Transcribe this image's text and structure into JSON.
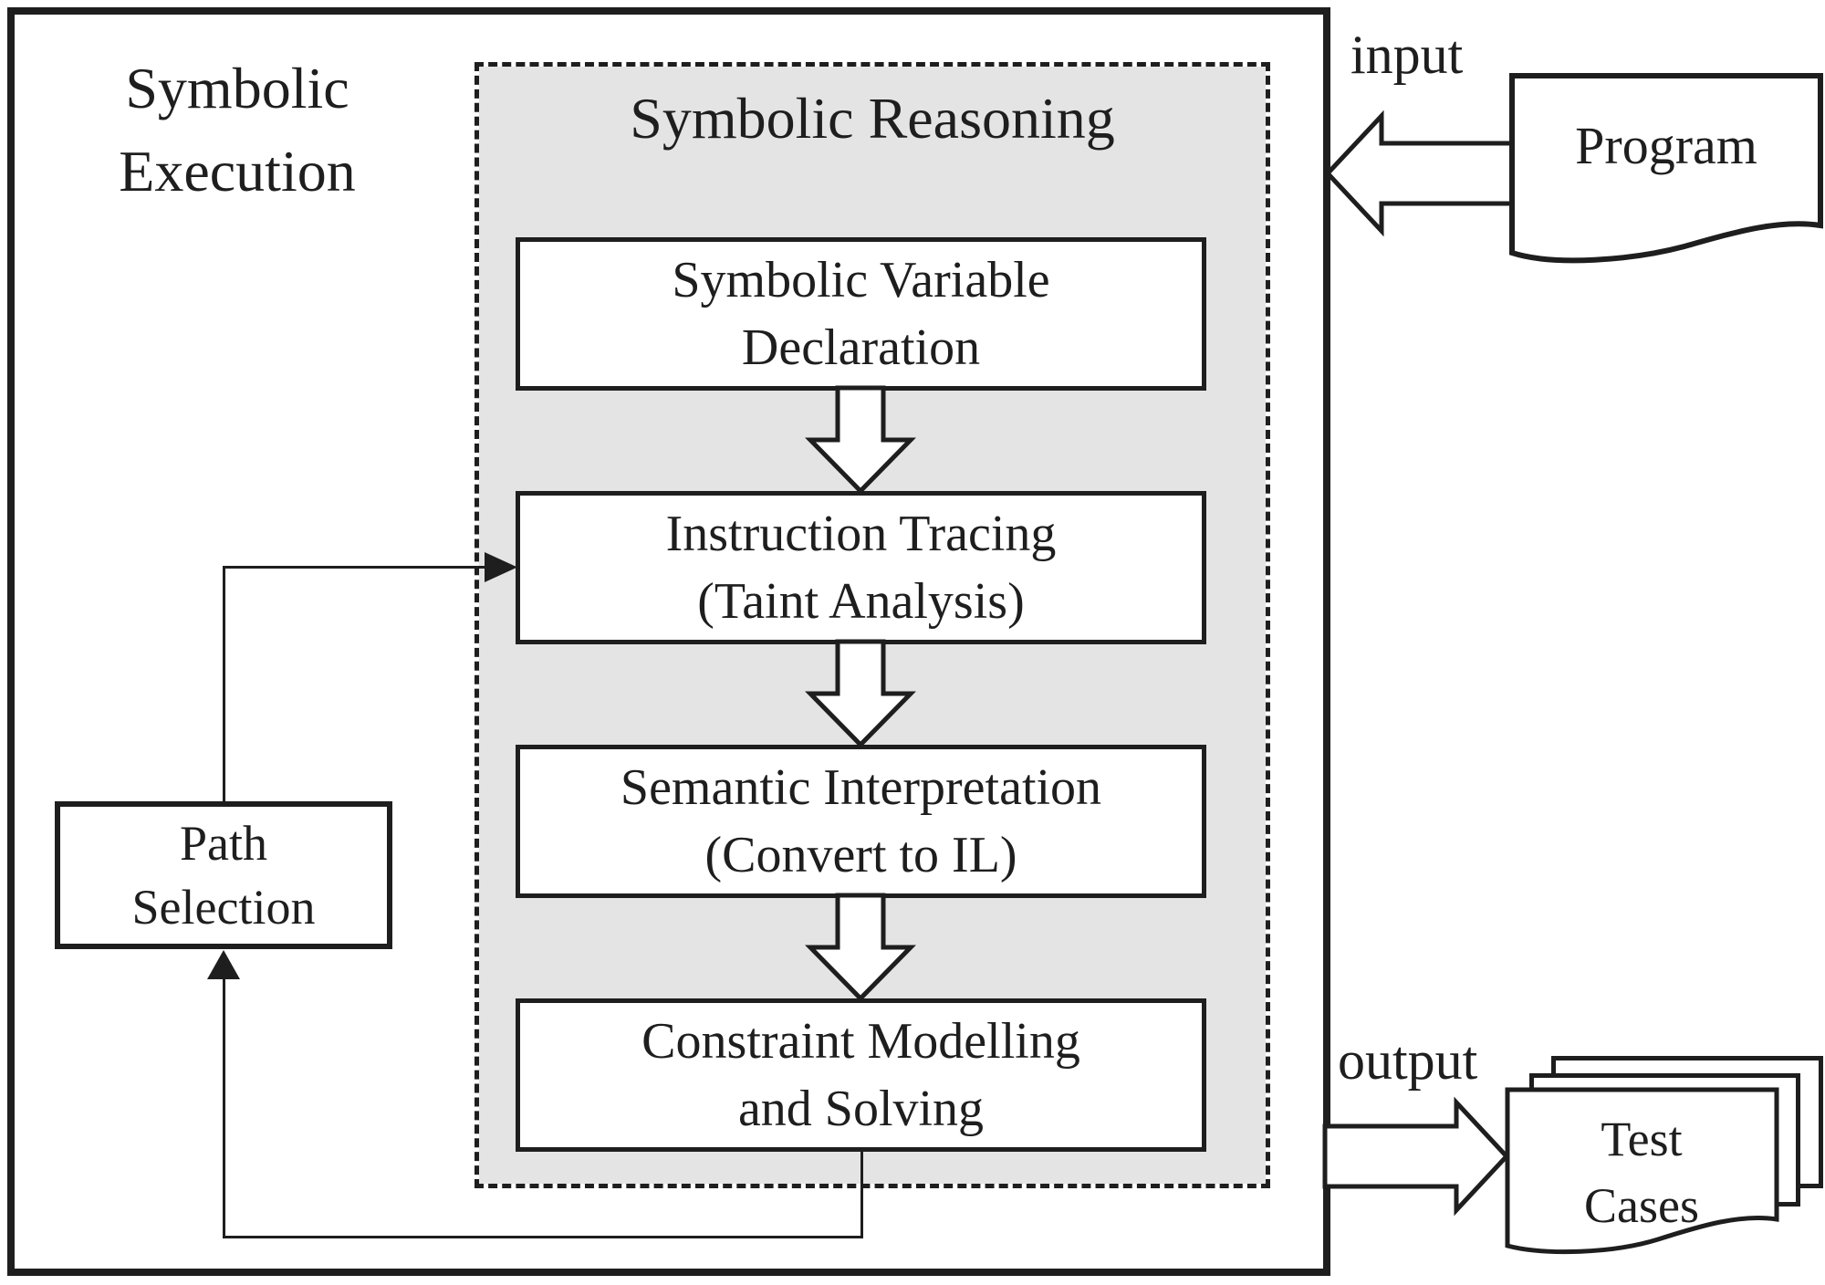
{
  "diagram": {
    "title_lines": [
      "Symbolic",
      "Execution"
    ],
    "reasoning": {
      "title": "Symbolic Reasoning",
      "steps": [
        {
          "line1": "Symbolic Variable",
          "line2": "Declaration"
        },
        {
          "line1": "Instruction Tracing",
          "line2": "(Taint Analysis)"
        },
        {
          "line1": "Semantic Interpretation",
          "line2": "(Convert to IL)"
        },
        {
          "line1": "Constraint Modelling",
          "line2": "and Solving"
        }
      ]
    },
    "path_selection_lines": [
      "Path",
      "Selection"
    ],
    "input_label": "input",
    "output_label": "output",
    "program_label": "Program",
    "test_cases_lines": [
      "Test",
      "Cases"
    ],
    "colors": {
      "ink": "#1e1e1e",
      "panel_fill": "#e4e4e4",
      "box_fill": "#ffffff"
    }
  }
}
